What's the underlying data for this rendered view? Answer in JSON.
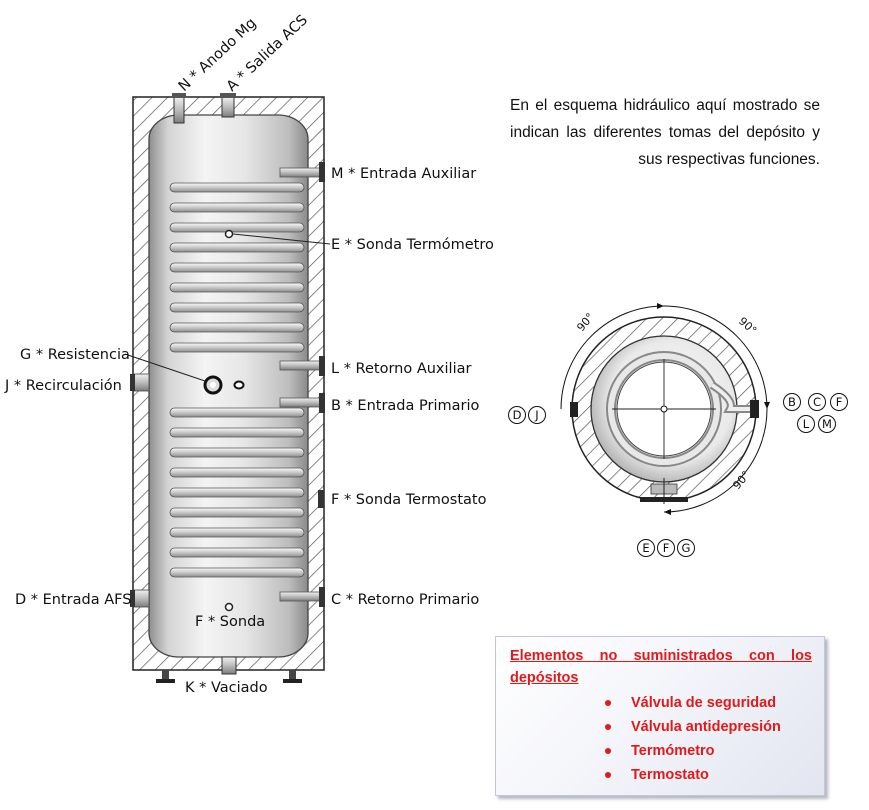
{
  "tank_labels": {
    "n_anodo": "N * Anodo Mg",
    "a_salida": "A * Salida ACS",
    "m_entrada_aux": "M * Entrada Auxiliar",
    "e_sonda_termometro": "E * Sonda Termómetro",
    "g_resistencia": "G * Resistencia",
    "j_recirculacion": "J * Recirculación",
    "l_retorno_aux": "L * Retorno Auxiliar",
    "b_entrada_primario": "B * Entrada Primario",
    "f_sonda_termostato": "F * Sonda Termostato",
    "d_entrada_afs": "D * Entrada AFS",
    "c_retorno_primario": "C * Retorno Primario",
    "f_sonda": "F * Sonda",
    "k_vaciado": "K * Vaciado"
  },
  "intro_text": "En el esquema hidráulico aquí mostrado se indican las diferentes tomas del depósito y sus respectivas funciones.",
  "plan_view": {
    "angle_top_left": "90°",
    "angle_top_right": "90°",
    "angle_bottom_right": "90°",
    "left_letters": [
      "D",
      "J"
    ],
    "right_letters_top": [
      "B",
      "C",
      "F"
    ],
    "right_letters_bottom": [
      "L",
      "M"
    ],
    "bottom_letters": [
      "E",
      "F",
      "G"
    ]
  },
  "note": {
    "title_line1": "Elementos no suministrados con los",
    "title_line2": "depósitos",
    "items": [
      "Válvula de seguridad",
      "Válvula antidepresión",
      "Termómetro",
      "Termostato"
    ],
    "accent_color": "#e01a1a"
  }
}
